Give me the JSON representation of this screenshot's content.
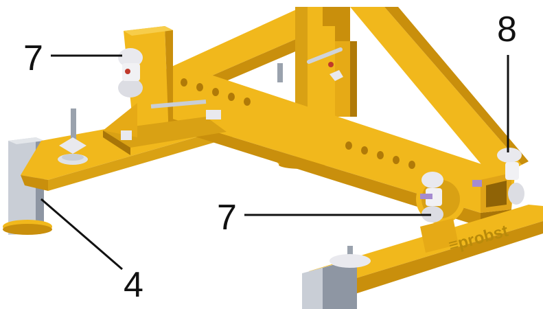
{
  "diagram": {
    "callouts": [
      {
        "id": "top-left",
        "label": "7"
      },
      {
        "id": "top-right",
        "label": "8"
      },
      {
        "id": "middle",
        "label": "7"
      },
      {
        "id": "bottom-left",
        "label": "4"
      }
    ],
    "brand_mark": "≡probst",
    "colors": {
      "frame_yellow": "#f1b81c",
      "frame_shade": "#c98f0c",
      "frame_dark": "#a87508",
      "hole": "#b07a08",
      "steel": "#c9ced6",
      "steel_dark": "#8e96a3",
      "wingnut": "#e9e9ee",
      "line": "#111111"
    }
  }
}
